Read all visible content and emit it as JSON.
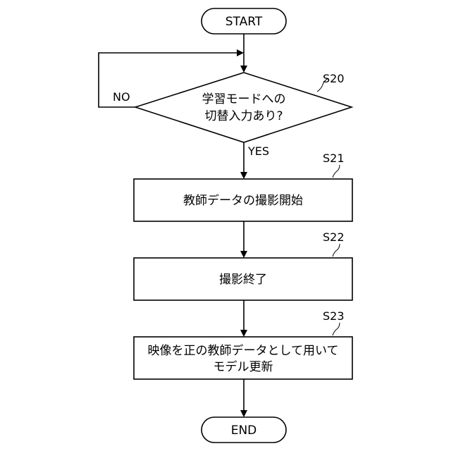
{
  "start": {
    "label": "START"
  },
  "decision": {
    "step": "S20",
    "lines": [
      "学習モードへの",
      "切替入力あり?"
    ],
    "no_label": "NO",
    "yes_label": "YES"
  },
  "process_s21": {
    "step": "S21",
    "lines": [
      "教師データの撮影開始"
    ]
  },
  "process_s22": {
    "step": "S22",
    "lines": [
      "撮影終了"
    ]
  },
  "process_s23": {
    "step": "S23",
    "lines": [
      "映像を正の教師データとして用いて",
      "モデル更新"
    ]
  },
  "end": {
    "label": "END"
  }
}
